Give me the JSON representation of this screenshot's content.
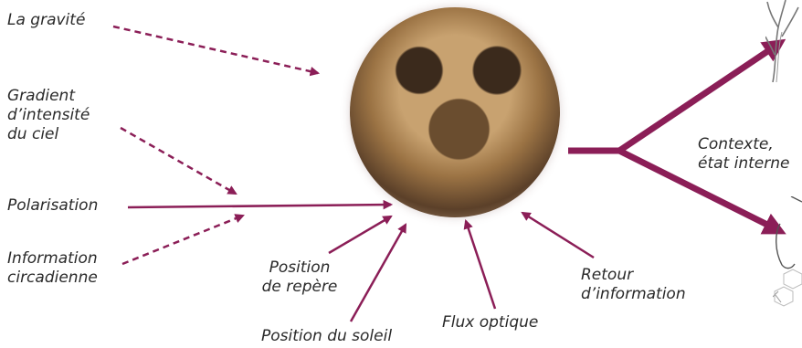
{
  "labels": {
    "gravity": "La gravité",
    "gradient": "Gradient\nd’intensité\ndu ciel",
    "polarisation": "Polarisation",
    "circadian": "Information\ncircadienne",
    "landmark": "Position\nde repère",
    "sun": "Position du soleil",
    "optic_flow": "Flux optique",
    "feedback": "Retour\nd’information",
    "context": "Contexte,\nétat interne"
  },
  "colors": {
    "arrow": "#8b1e57",
    "text": "#2a2a2a"
  },
  "images": {
    "center": "bee-head-photo",
    "top_right": "tree-sketch",
    "bottom_right": "honeycomb-sketch"
  }
}
